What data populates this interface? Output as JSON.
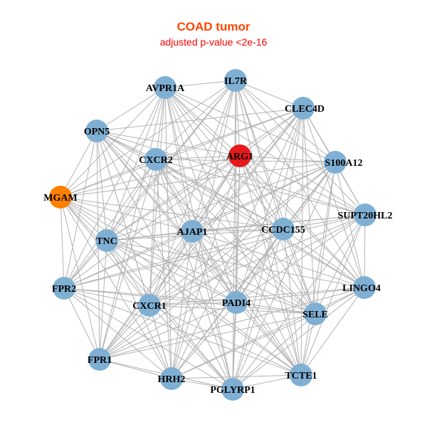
{
  "title": "COAD tumor",
  "subtitle": "adjusted p-value <2e-16",
  "colors": {
    "title": "#ff4500",
    "subtitle": "#ff0000",
    "edge": "#b3b3b3",
    "default_node": "#7fb0d4",
    "highlight_node": "#e41a1c",
    "secondary_node": "#ff7f00"
  },
  "nodes": [
    {
      "id": "IL7R",
      "color": "default"
    },
    {
      "id": "AVPR1A",
      "color": "default"
    },
    {
      "id": "CLEC4D",
      "color": "default"
    },
    {
      "id": "OPN5",
      "color": "default"
    },
    {
      "id": "CXCR2",
      "color": "default"
    },
    {
      "id": "ARG1",
      "color": "highlight"
    },
    {
      "id": "S100A12",
      "color": "default"
    },
    {
      "id": "MGAM",
      "color": "secondary"
    },
    {
      "id": "SUPT20HL2",
      "color": "default"
    },
    {
      "id": "AJAP1",
      "color": "default"
    },
    {
      "id": "CCDC155",
      "color": "default"
    },
    {
      "id": "TNC",
      "color": "default"
    },
    {
      "id": "FPR2",
      "color": "default"
    },
    {
      "id": "LINGO4",
      "color": "default"
    },
    {
      "id": "CXCR1",
      "color": "default"
    },
    {
      "id": "PADI4",
      "color": "default"
    },
    {
      "id": "SELE",
      "color": "default"
    },
    {
      "id": "FPR1",
      "color": "default"
    },
    {
      "id": "HRH2",
      "color": "default"
    },
    {
      "id": "TCTE1",
      "color": "default"
    },
    {
      "id": "PGLYRP1",
      "color": "default"
    }
  ],
  "network": "near-complete co-expression network among 21 genes"
}
